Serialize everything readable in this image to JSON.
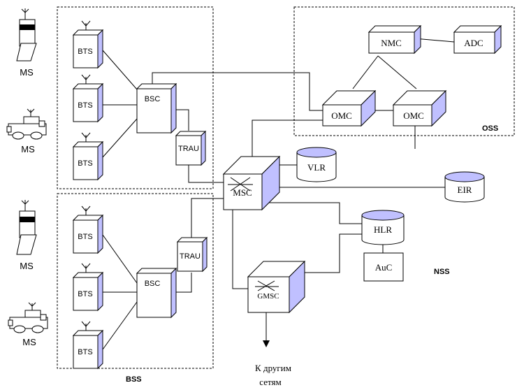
{
  "labels": {
    "ms": "MS",
    "bts": "BTS",
    "bsc": "BSC",
    "trau": "TRAU",
    "msc": "MSC",
    "vlr": "VLR",
    "eir": "EIR",
    "hlr": "HLR",
    "auc": "AuC",
    "gmsc": "GMSC",
    "omc": "OMC",
    "nmc": "NMC",
    "adc": "ADC",
    "oss": "OSS",
    "bss": "BSS",
    "nss": "NSS",
    "other_networks_line1": "К другим",
    "other_networks_line2": "сетям"
  },
  "colors": {
    "box_face": "#ffffff",
    "box_side": "#c0c0ff",
    "line": "#000000"
  }
}
